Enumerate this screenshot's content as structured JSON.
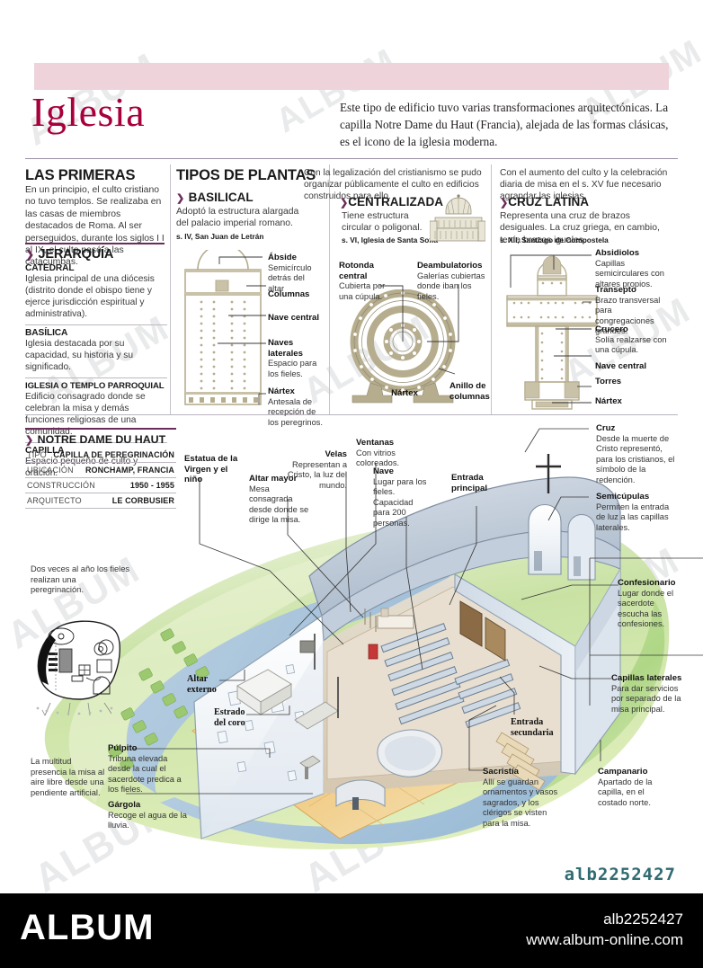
{
  "header": {
    "title": "Iglesia",
    "lede": "Este tipo de edificio tuvo varias transformaciones arquitectónicas. La capilla Notre Dame du Haut (Francia), alejada de las formas clásicas, es el icono de la iglesia moderna."
  },
  "col1": {
    "heading": "LAS PRIMERAS",
    "body": "En un principio, el culto cristiano no tuvo templos. Se realizaba en las casas de miembros destacados de Roma. Al ser perseguidos, durante los siglos I I al IX, el culto pasó a las catacumbas.",
    "jerarquia_heading": "JERARQUÍA",
    "items": [
      {
        "term": "CATEDRAL",
        "def": "Iglesia principal de una diócesis (distrito donde el obispo tiene y ejerce jurisdicción espiritual y administrativa)."
      },
      {
        "term": "BASÍLICA",
        "def": "Iglesia destacada por su capacidad, su historia y su significado."
      },
      {
        "term": "IGLESIA O TEMPLO PARROQUIAL",
        "def": "Edificio consagrado donde se celebran la misa y demás funciones religiosas de una comunidad."
      },
      {
        "term": "CAPILLA",
        "def": "Espacio pequeño de culto y oración."
      }
    ]
  },
  "plantas": {
    "heading": "TIPOS DE PLANTAS",
    "basilical": {
      "title": "BASILICAL",
      "desc": "Adoptó la estructura alargada del palacio imperial romano.",
      "caption": "s. IV, San Juan de Letrán",
      "labels": [
        {
          "term": "Ábside",
          "def": "Semicírculo detrás del altar"
        },
        {
          "term": "Columnas",
          "def": ""
        },
        {
          "term": "Nave central",
          "def": ""
        },
        {
          "term": "Naves laterales",
          "def": "Espacio para los fieles."
        },
        {
          "term": "Nártex",
          "def": "Antesala de recepción de los peregrinos."
        }
      ]
    },
    "centralizada": {
      "intro": "Con la legalización del cristianismo se pudo organizar públicamente el culto en edificios construidos para ello.",
      "title": "CENTRALIZADA",
      "desc": "Tiene estructura circular o poligonal.",
      "caption": "s. VI, Iglesia de Santa Sofía",
      "labels": [
        {
          "term": "Rotonda central",
          "def": "Cubierta por una cúpula."
        },
        {
          "term": "Deambulatorios",
          "def": "Galerías cubiertas donde iban los fieles."
        },
        {
          "term": "Nártex",
          "def": ""
        },
        {
          "term": "Anillo de columnas",
          "def": ""
        }
      ]
    },
    "cruz_latina": {
      "intro": "Con el aumento del culto y la celebración diaria de misa en el s. XV fue necesario agrandar las iglesias.",
      "title": "CRUZ LATINA",
      "desc": "Representa una cruz de brazos desiguales. La cruz griega, en cambio, tenía brazos iguales.",
      "caption": "s. XII, Santiago de Compostela",
      "labels": [
        {
          "term": "Absidiolos",
          "def": "Capillas semicirculares con altares propios."
        },
        {
          "term": "Transepto",
          "def": "Brazo transversal para congregaciones grandes."
        },
        {
          "term": "Crucero",
          "def": "Solía realzarse con una cúpula."
        },
        {
          "term": "Nave central",
          "def": ""
        },
        {
          "term": "Torres",
          "def": ""
        },
        {
          "term": "Nártex",
          "def": ""
        }
      ]
    }
  },
  "ndh": {
    "heading": "NOTRE DAME DU HAUT",
    "rows": [
      {
        "key": "TIPO",
        "value": "CAPILLA DE PEREGRINACIÓN"
      },
      {
        "key": "UBICACIÓN",
        "value": "RONCHAMP, FRANCIA"
      },
      {
        "key": "CONSTRUCCIÓN",
        "value": "1950 - 1955"
      },
      {
        "key": "ARQUITECTO",
        "value": "LE CORBUSIER"
      }
    ],
    "note_top": "Dos veces al año los fieles realizan una peregrinación.",
    "note_bottom": "La multitud presencia la misa al aire libre desde una pendiente artificial."
  },
  "illustration": {
    "labels": [
      {
        "term": "Estatua de la Virgen y el niño",
        "def": ""
      },
      {
        "term": "Altar mayor",
        "def": "Mesa consagrada desde donde se dirige la misa."
      },
      {
        "term": "Velas",
        "def": "Representan a Cristo, la luz del mundo."
      },
      {
        "term": "Ventanas",
        "def": "Con vitrios coloreados."
      },
      {
        "term": "Nave",
        "def": "Lugar para los fieles. Capacidad para 200 personas."
      },
      {
        "term": "Entrada principal",
        "def": ""
      },
      {
        "term": "Cruz",
        "def": "Desde la muerte de Cristo representó, para los cristianos, el símbolo de la redención."
      },
      {
        "term": "Semicúpulas",
        "def": "Permiten la entrada de luz a las capillas laterales."
      },
      {
        "term": "Confesionario",
        "def": "Lugar donde el sacerdote escucha las confesiones."
      },
      {
        "term": "Capillas laterales",
        "def": "Para dar servicios por separado de la misa principal."
      },
      {
        "term": "Campanario",
        "def": "Apartado de la capilla, en el costado norte."
      },
      {
        "term": "Entrada secundaria",
        "def": ""
      },
      {
        "term": "Sacristía",
        "def": "Allí se guardan ornamentos y vasos sagrados, y los clérigos se visten para la misa."
      },
      {
        "term": "Altar externo",
        "def": ""
      },
      {
        "term": "Estrado del coro",
        "def": ""
      },
      {
        "term": "Púlpito",
        "def": "Tribuna elevada desde la cual el sacerdote predica a los fieles."
      },
      {
        "term": "Gárgola",
        "def": "Recoge el agua de la lluvia."
      }
    ]
  },
  "idcode": "alb2252427",
  "footer": {
    "logo": "ALBUM",
    "id": "alb2252427",
    "url": "www.album-online.com"
  },
  "watermark": "ALBUM",
  "colors": {
    "accent": "#a8003c",
    "pink_bar": "#eed3da",
    "rule_dark": "#6a2c5a",
    "plan_fill": "#c9c2a8",
    "footer_bg": "#000000",
    "idcode": "#2f6b70"
  }
}
